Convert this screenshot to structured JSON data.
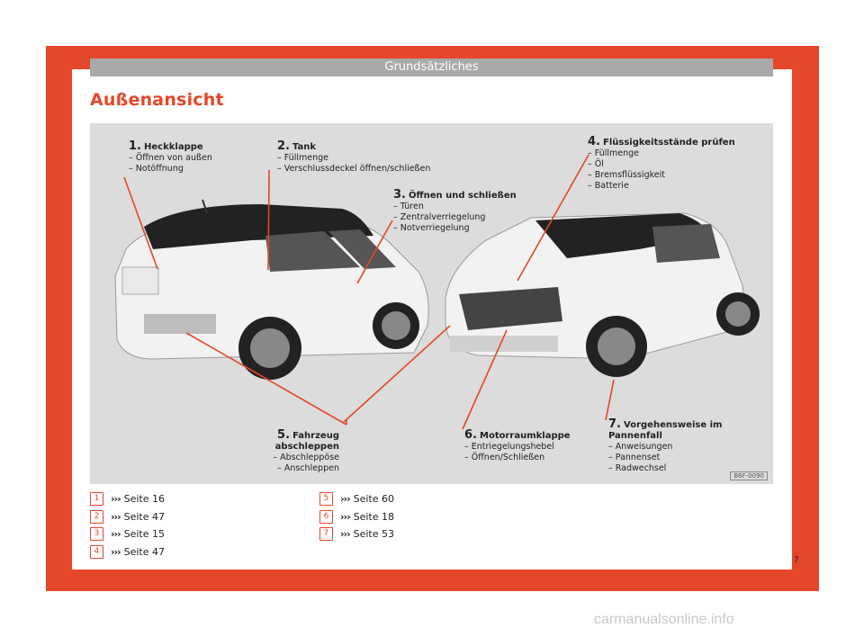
{
  "header": {
    "chapter": "Grundsätzliches"
  },
  "section": {
    "title": "Außenansicht"
  },
  "figure": {
    "code": "B6F-0090",
    "callouts": [
      {
        "num": "1.",
        "title": "Heckklappe",
        "lines": [
          "– Öffnen von außen",
          "– Notöffnung"
        ]
      },
      {
        "num": "2.",
        "title": "Tank",
        "lines": [
          "– Füllmenge",
          "– Verschlussdeckel öffnen/schließen"
        ]
      },
      {
        "num": "3.",
        "title": "Öffnen und schließen",
        "lines": [
          "– Türen",
          "– Zentralverriegelung",
          "– Notverriegelung"
        ]
      },
      {
        "num": "4.",
        "title": "Flüssigkeitsstände prüfen",
        "lines": [
          "– Füllmenge",
          "– Öl",
          "– Bremsflüssigkeit",
          "– Batterie"
        ]
      },
      {
        "num": "5.",
        "title": "Fahrzeug abschleppen",
        "lines": [
          "– Abschleppöse",
          "– Anschleppen"
        ]
      },
      {
        "num": "6.",
        "title": "Motorraumklappe",
        "lines": [
          "– Entriegelungshebel",
          "– Öffnen/Schließen"
        ]
      },
      {
        "num": "7.",
        "title": "Vorgehensweise im Pannenfall",
        "lines": [
          "– Anweisungen",
          "– Pannenset",
          "– Radwechsel"
        ]
      }
    ]
  },
  "refs": [
    {
      "badge": "1",
      "arrow": "›››",
      "text": "Seite 16"
    },
    {
      "badge": "2",
      "arrow": "›››",
      "text": "Seite 47"
    },
    {
      "badge": "3",
      "arrow": "›››",
      "text": "Seite 15"
    },
    {
      "badge": "4",
      "arrow": "›››",
      "text": "Seite 47"
    },
    {
      "badge": "5",
      "arrow": "›››",
      "text": "Seite 60"
    },
    {
      "badge": "6",
      "arrow": "›››",
      "text": "Seite 18"
    },
    {
      "badge": "7",
      "arrow": "›››",
      "text": "Seite 53"
    }
  ],
  "page_number": "7",
  "watermark": "carmanualsonline.info",
  "colors": {
    "accent": "#e4472a",
    "header_bar": "#a9a9a9",
    "figure_bg": "#dcdcdc"
  }
}
